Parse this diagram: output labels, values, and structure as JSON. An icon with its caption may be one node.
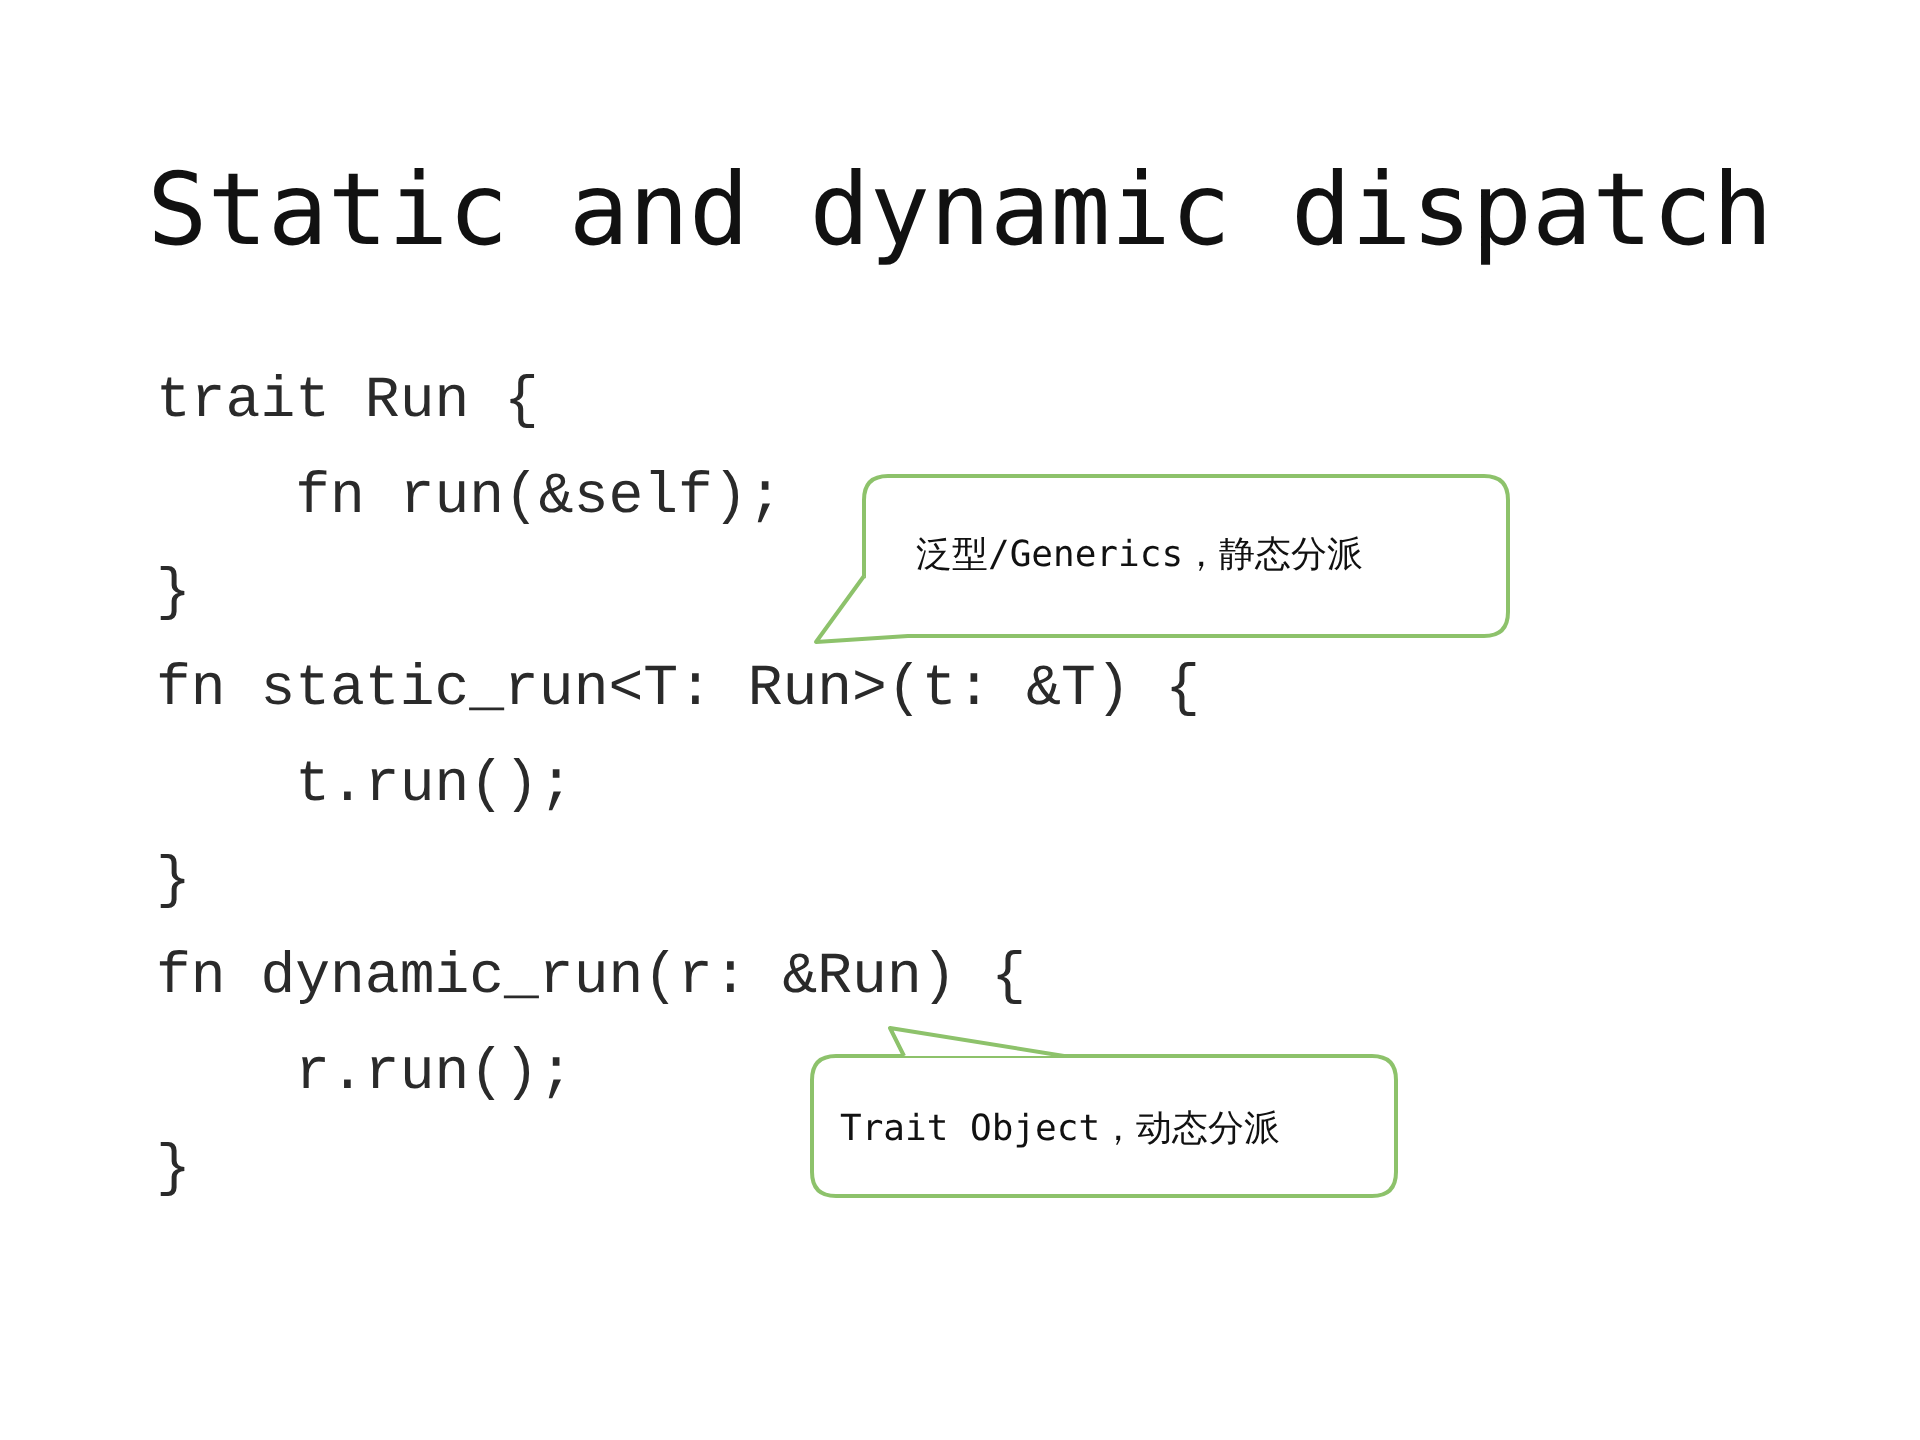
{
  "diagram": {
    "title": "Static and dynamic dispatch",
    "nodes": [
      {
        "text": [
          "泛型/Generics，静态分派"
        ]
      },
      {
        "text": [
          "Trait Object，动态分派"
        ]
      }
    ],
    "labels": [
      "trait Run {",
      "    fn run(&self);",
      "}",
      "fn static_run<T: Run>(t: &T) {",
      "    t.run();",
      "}",
      "fn dynamic_run(r: &Run) {",
      "    r.run();",
      "}"
    ]
  }
}
